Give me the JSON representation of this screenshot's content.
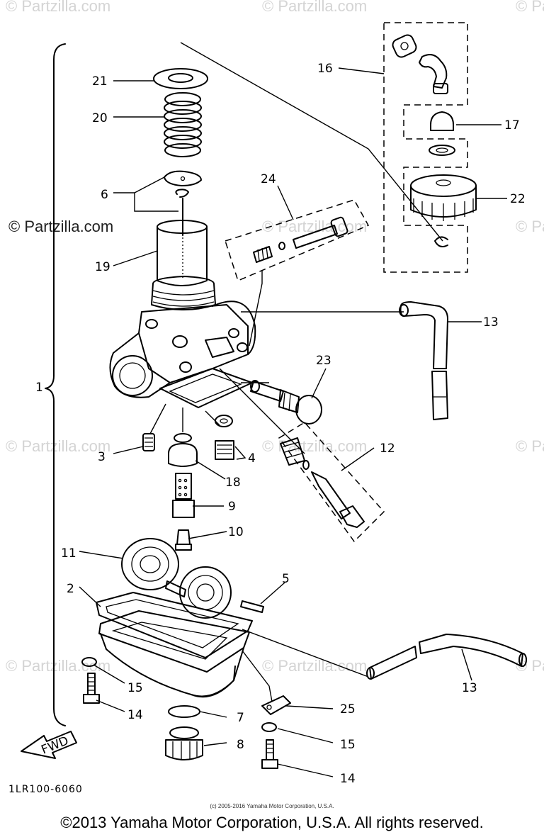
{
  "watermarks": {
    "brand": "© Partzilla.com"
  },
  "labels": {
    "l1": "1",
    "l2": "2",
    "l3": "3",
    "l4": "4",
    "l5": "5",
    "l6": "6",
    "l7": "7",
    "l8": "8",
    "l9": "9",
    "l10": "10",
    "l11": "11",
    "l12": "12",
    "l13a": "13",
    "l13b": "13",
    "l14a": "14",
    "l14b": "14",
    "l15a": "15",
    "l15b": "15",
    "l16": "16",
    "l17": "17",
    "l18": "18",
    "l19": "19",
    "l20": "20",
    "l21": "21",
    "l22": "22",
    "l23": "23",
    "l24": "24",
    "l25": "25"
  },
  "fwd": "FWD",
  "diagram_code": "1LR100-6060",
  "small_copyright": "(c) 2005-2016 Yamaha Motor Corporation, U.S.A.",
  "copyright": "©2013 Yamaha Motor Corporation, U.S.A. All rights reserved."
}
